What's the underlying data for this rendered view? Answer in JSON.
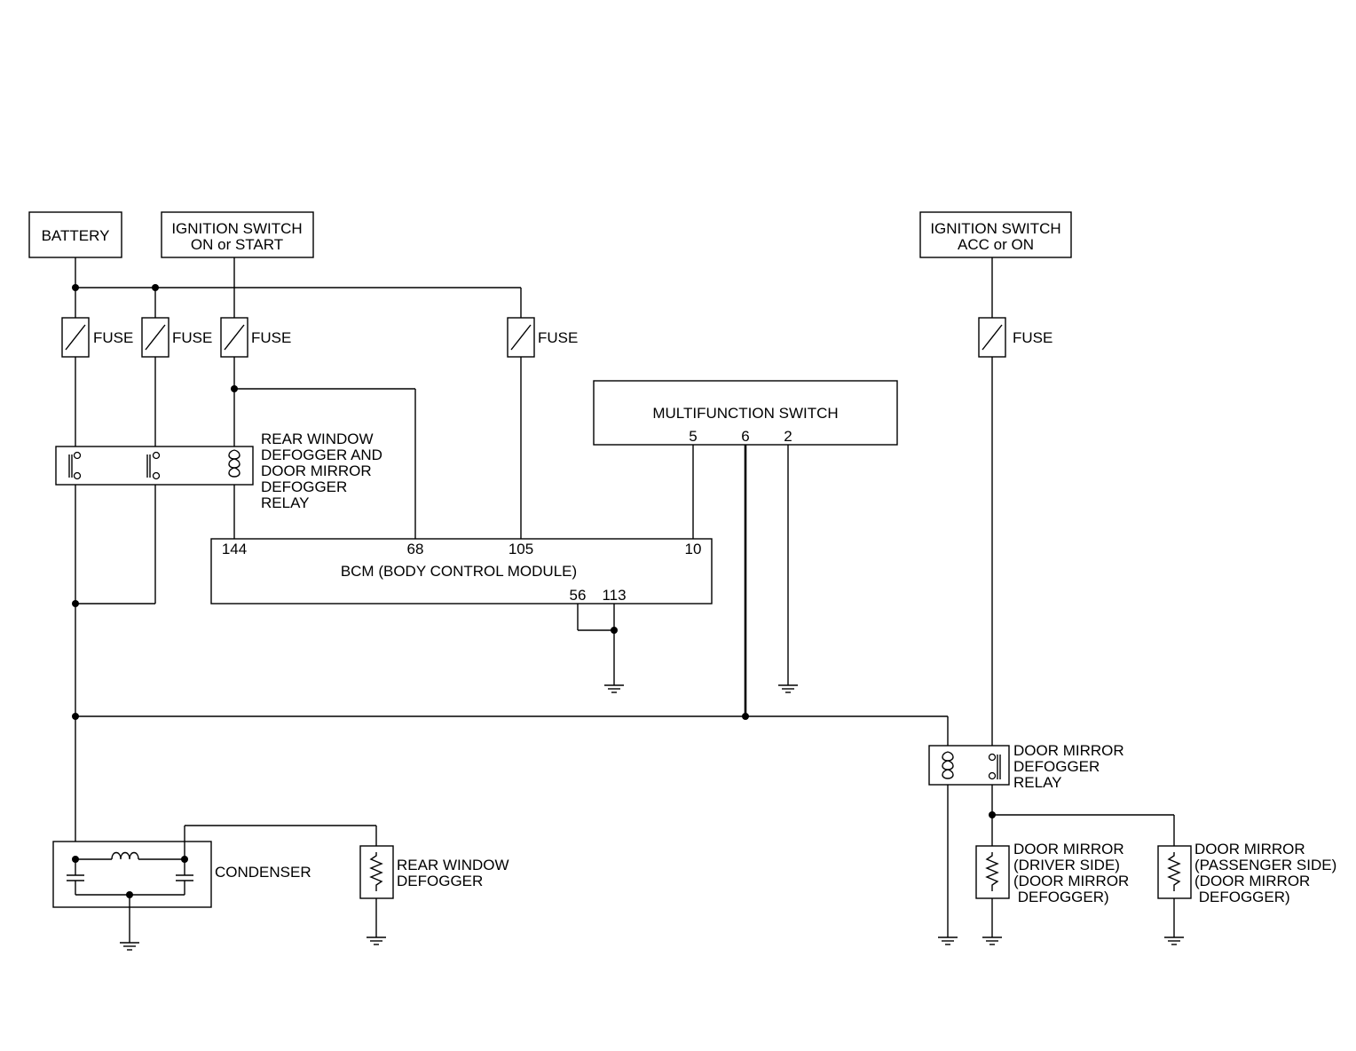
{
  "sources": {
    "battery": "BATTERY",
    "ign_on_start": [
      "IGNITION SWITCH",
      "ON or START"
    ],
    "ign_acc_on": [
      "IGNITION SWITCH",
      "ACC or ON"
    ]
  },
  "fuse_label": "FUSE",
  "rear_relay_label": [
    "REAR WINDOW",
    "DEFOGGER AND",
    "DOOR MIRROR",
    "DEFOGGER",
    "RELAY"
  ],
  "multifunction_switch": {
    "title": "MULTIFUNCTION SWITCH",
    "pins": [
      "5",
      "6",
      "2"
    ]
  },
  "bcm": {
    "title": "BCM (BODY CONTROL MODULE)",
    "top_pins": [
      "144",
      "68",
      "105",
      "10"
    ],
    "bottom_pins": [
      "56",
      "113"
    ]
  },
  "condenser": "CONDENSER",
  "rear_defogger": [
    "REAR WINDOW",
    "DEFOGGER"
  ],
  "door_mirror_relay": [
    "DOOR MIRROR",
    "DEFOGGER",
    "RELAY"
  ],
  "mirror_driver": [
    "DOOR MIRROR",
    "(DRIVER SIDE)",
    "(DOOR MIRROR",
    " DEFOGGER)"
  ],
  "mirror_passenger": [
    "DOOR MIRROR",
    "(PASSENGER SIDE)",
    "(DOOR MIRROR",
    " DEFOGGER)"
  ]
}
